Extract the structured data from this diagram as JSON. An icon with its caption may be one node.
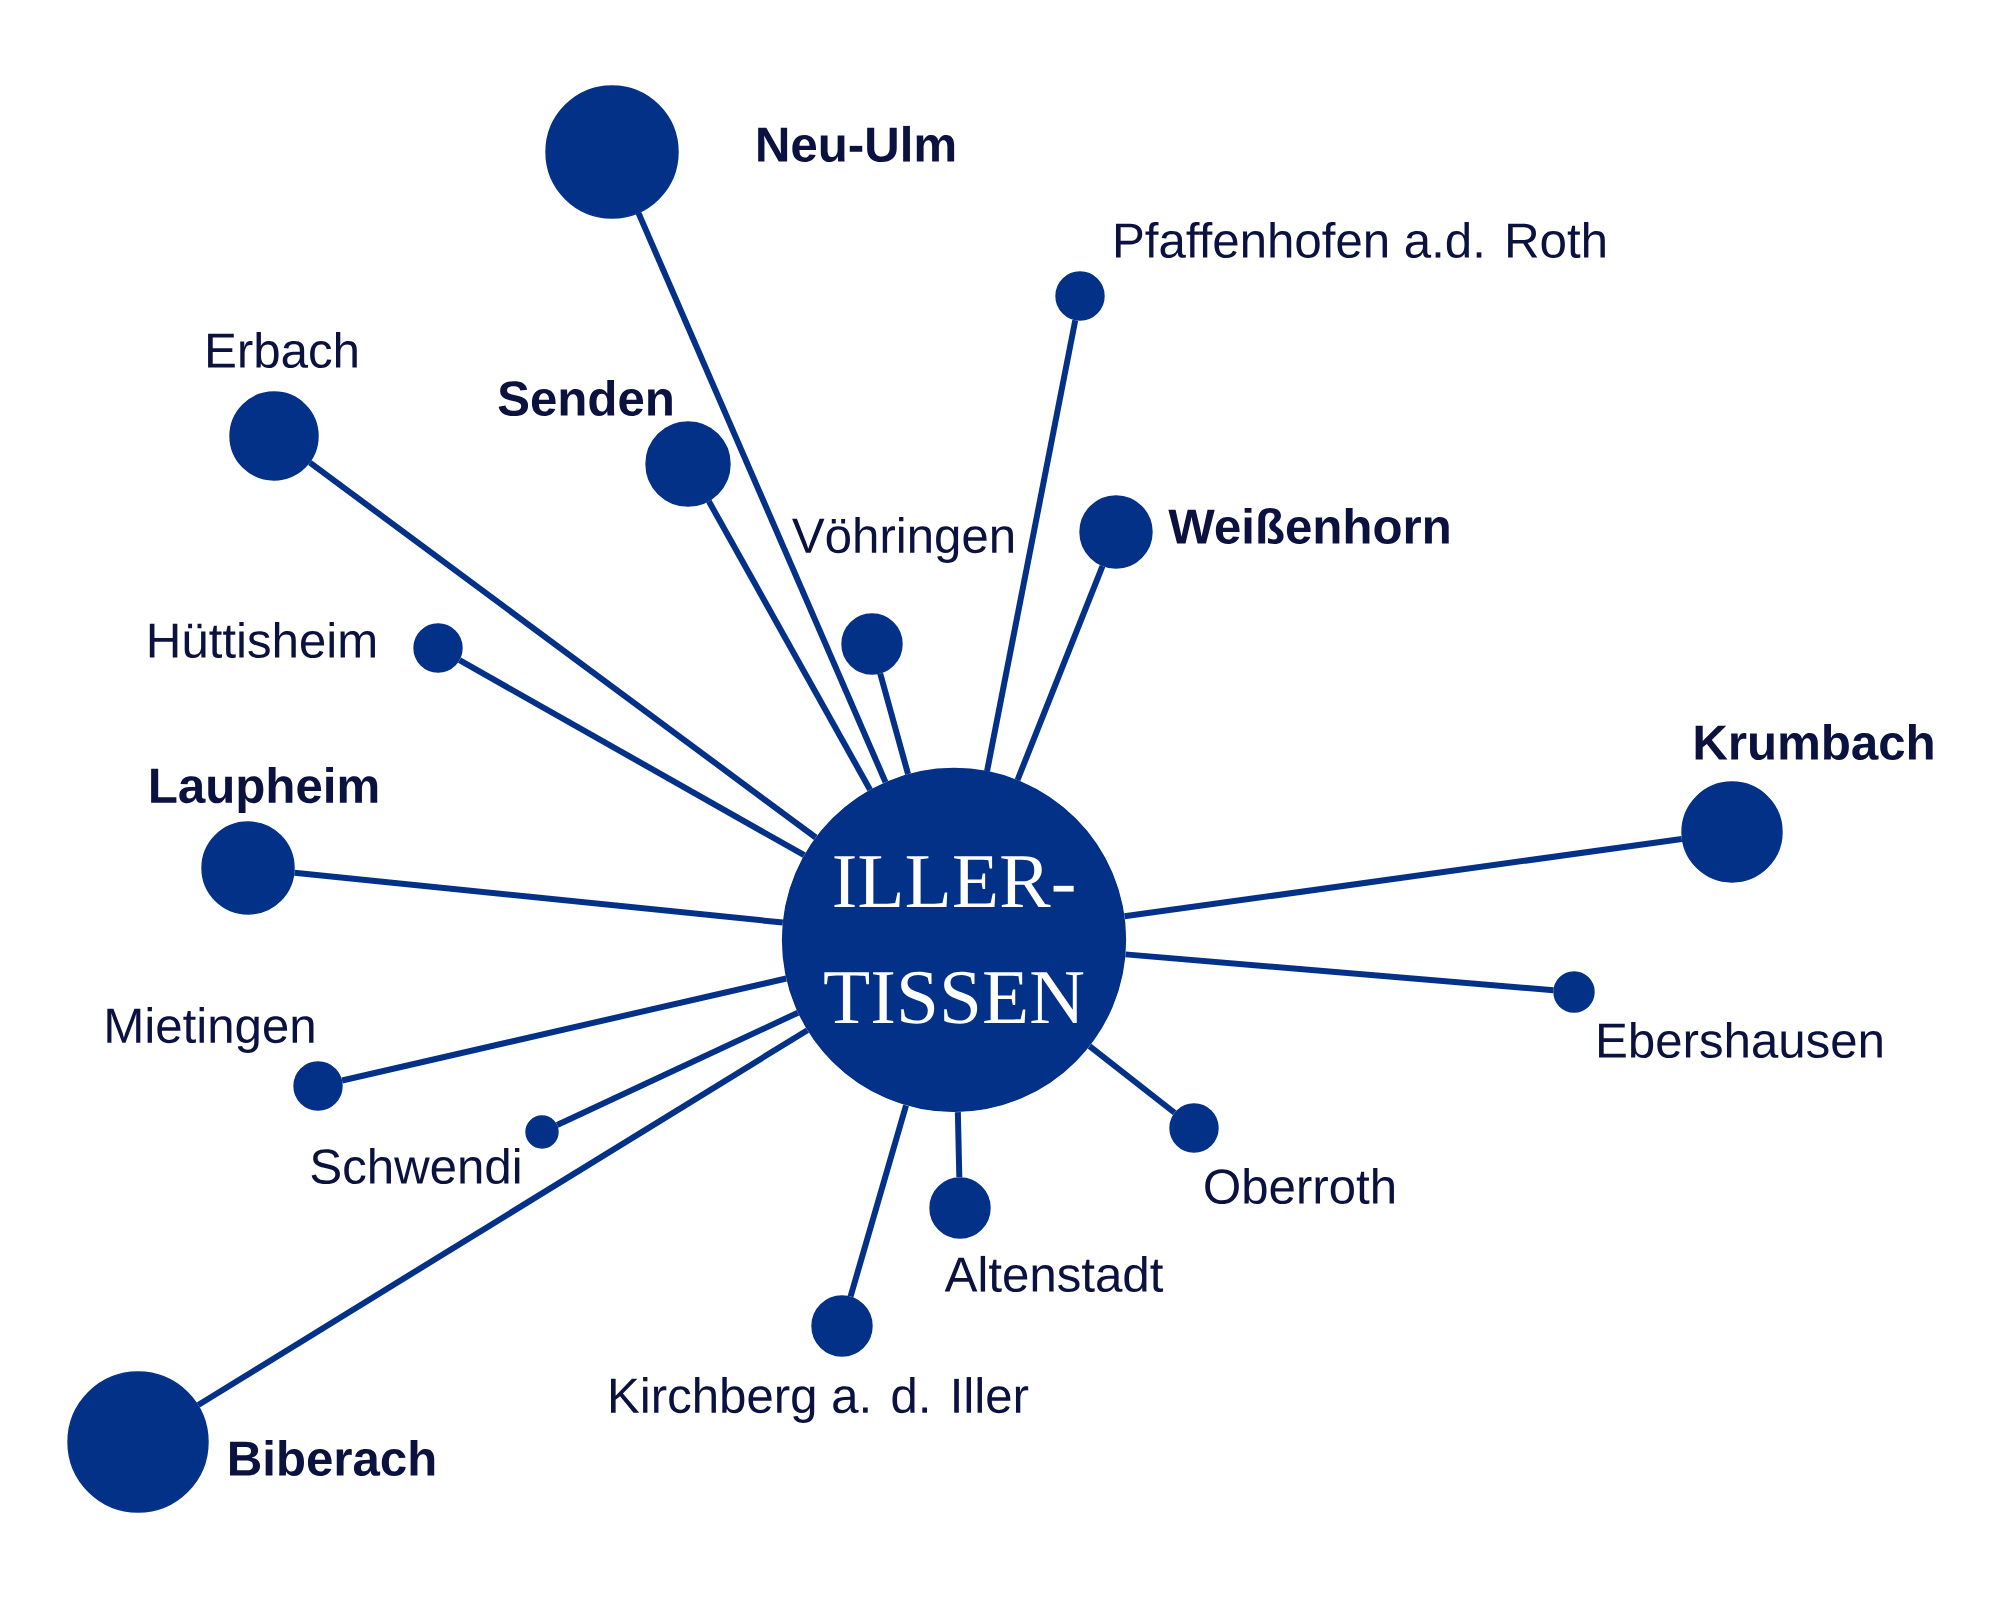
{
  "diagram": {
    "nodes": [
      {
        "text": [
          "ILLER- TISSEN"
        ]
      },
      {
        "text": [
          "Neu-Ulm"
        ]
      },
      {
        "text": [
          "Pfaffenhofen a.d. Roth"
        ]
      },
      {
        "text": [
          "Erbach"
        ]
      },
      {
        "text": [
          "Senden"
        ]
      },
      {
        "text": [
          "Weißenhorn"
        ]
      },
      {
        "text": [
          "Vöhringen"
        ]
      },
      {
        "text": [
          "Hüttisheim"
        ]
      },
      {
        "text": [
          "Krumbach"
        ]
      },
      {
        "text": [
          "Laupheim"
        ]
      },
      {
        "text": [
          "Ebershausen"
        ]
      },
      {
        "text": [
          "Mietingen"
        ]
      },
      {
        "text": [
          "Schwendi"
        ]
      },
      {
        "text": [
          "Oberroth"
        ]
      },
      {
        "text": [
          "Altenstadt"
        ]
      },
      {
        "text": [
          "Kirchberg a. d. Iller"
        ]
      },
      {
        "text": [
          "Biberach"
        ]
      }
    ],
    "edges": [
      {
        "from": 0,
        "to": 1,
        "arrow": "none"
      },
      {
        "from": 0,
        "to": 2,
        "arrow": "none"
      },
      {
        "from": 0,
        "to": 3,
        "arrow": "none"
      },
      {
        "from": 0,
        "to": 4,
        "arrow": "none"
      },
      {
        "from": 0,
        "to": 5,
        "arrow": "none"
      },
      {
        "from": 0,
        "to": 6,
        "arrow": "none"
      },
      {
        "from": 0,
        "to": 7,
        "arrow": "none"
      },
      {
        "from": 0,
        "to": 8,
        "arrow": "none"
      },
      {
        "from": 0,
        "to": 9,
        "arrow": "none"
      },
      {
        "from": 0,
        "to": 10,
        "arrow": "none"
      },
      {
        "from": 0,
        "to": 11,
        "arrow": "none"
      },
      {
        "from": 0,
        "to": 12,
        "arrow": "none"
      },
      {
        "from": 0,
        "to": 13,
        "arrow": "none"
      },
      {
        "from": 0,
        "to": 14,
        "arrow": "none"
      },
      {
        "from": 0,
        "to": 15,
        "arrow": "none"
      },
      {
        "from": 0,
        "to": 16,
        "arrow": "none"
      }
    ]
  }
}
